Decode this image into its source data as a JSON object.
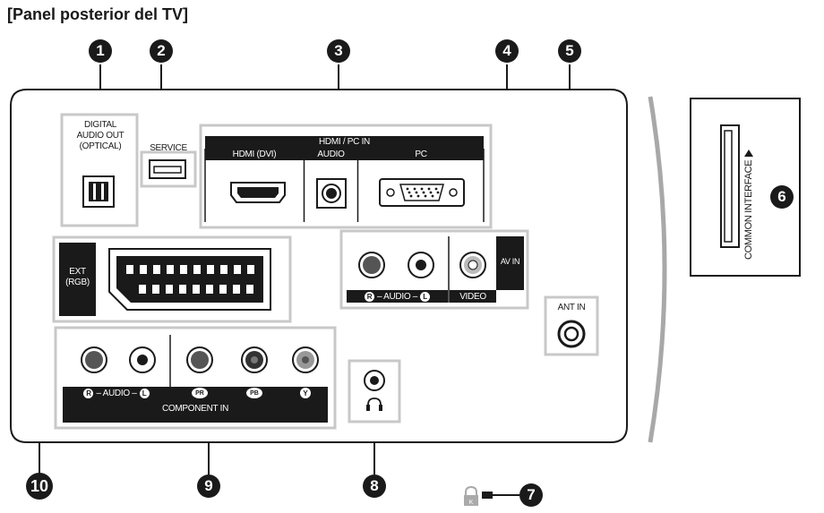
{
  "title": "[Panel posterior del TV]",
  "callouts": [
    "1",
    "2",
    "3",
    "4",
    "5",
    "6",
    "7",
    "8",
    "9",
    "10"
  ],
  "ports": {
    "digital_audio": [
      "DIGITAL",
      "AUDIO OUT",
      "(OPTICAL)"
    ],
    "service": "SERVICE",
    "hdmi_pc_in": "HDMI / PC IN",
    "hdmi_dvi": "HDMI (DVI)",
    "audio": "AUDIO",
    "pc": "PC",
    "ext_rgb": [
      "EXT",
      "(RGB)"
    ],
    "av_in": "AV IN",
    "av_audio": "– AUDIO –",
    "video": "VIDEO",
    "ant_in": "ANT IN",
    "component_audio": "– AUDIO –",
    "pr": "PR",
    "pb": "PB",
    "y": "Y",
    "component_in": "COMPONENT IN",
    "common_interface": "COMMON INTERFACE",
    "r_mark": "R",
    "l_mark": "L"
  },
  "icons": {
    "headphone": "headphone-icon",
    "lock": "kensington-lock-icon",
    "optical": "optical-port-icon",
    "usb": "usb-port-icon",
    "hdmi": "hdmi-port-icon",
    "rca": "rca-jack-icon",
    "coax": "coax-jack-icon",
    "scart": "scart-port-icon",
    "vga": "vga-port-icon"
  },
  "colors": {
    "rca_gray": "#555555",
    "rca_dark": "#333333",
    "rca_white": "#ffffff",
    "rca_light": "#bbbbbb",
    "panel_border": "#1a1a1a",
    "group_border": "#c8c8c8"
  }
}
